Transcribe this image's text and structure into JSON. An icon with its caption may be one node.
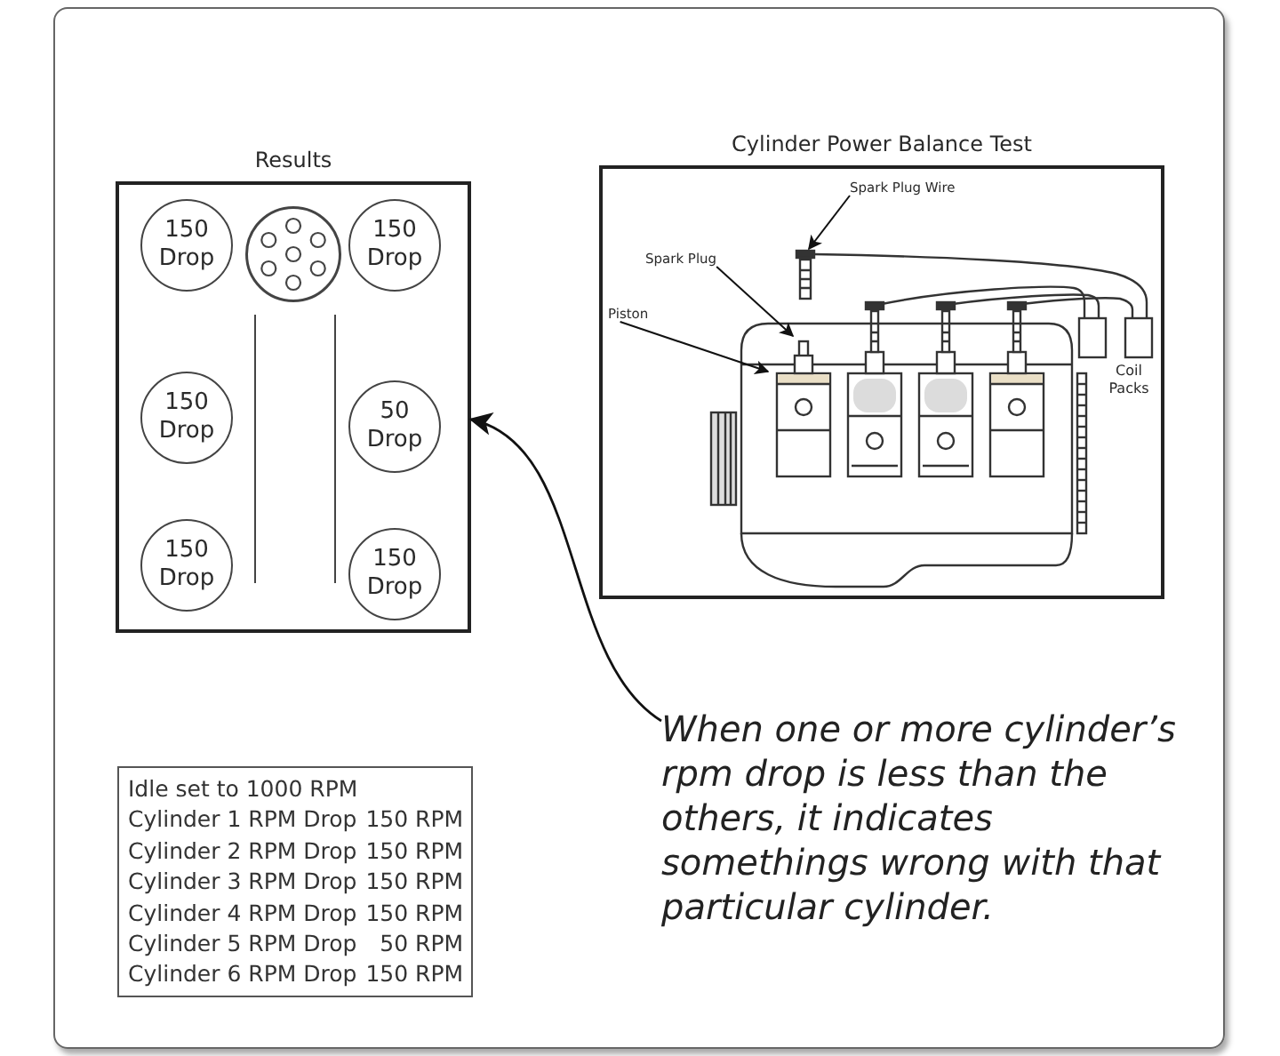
{
  "diagram": {
    "nodes": [
      {
        "text": [
          "Results"
        ]
      },
      {
        "text": [
          "150 Drop"
        ],
        "in": 0
      },
      {
        "text": [],
        "shape": "circle",
        "in": 0
      },
      {
        "text": [
          "150 Drop"
        ],
        "in": 0
      },
      {
        "text": [
          "150 Drop"
        ],
        "in": 0
      },
      {
        "text": [
          "50 Drop"
        ],
        "in": 0
      },
      {
        "text": [
          "150 Drop"
        ],
        "in": 0
      },
      {
        "text": [
          "150 Drop"
        ],
        "in": 0
      },
      {
        "text": [
          "Cylinder Power Balance Test"
        ]
      },
      {
        "text": [
          "Spark Plug Wire"
        ],
        "in": 8
      },
      {
        "text": [
          "Spark Plug"
        ],
        "in": 8
      },
      {
        "text": [
          "Piston"
        ],
        "in": 8
      },
      {
        "text": [
          "When one or more cylinder’s rpm drop is less than the others, it indicates somethings wrong with that particular cylinder."
        ]
      }
    ],
    "edges": [
      {
        "from": 9,
        "to": null,
        "arrow": "to"
      },
      {
        "from": 10,
        "to": null,
        "arrow": "to"
      },
      {
        "from": 11,
        "to": null,
        "arrow": "to"
      },
      {
        "from": 12,
        "to": 0,
        "arrow": "to"
      }
    ],
    "labels": [
      "Coil Packs",
      "Idle set to 1000 RPM",
      "Cylinder 1 RPM Drop",
      "150 RPM",
      "Cylinder 2 RPM Drop",
      "150 RPM",
      "Cylinder 3 RPM Drop",
      "150 RPM",
      "Cylinder 4 RPM Drop",
      "150 RPM",
      "Cylinder 5 RPM Drop",
      "50 RPM",
      "Cylinder 6 RPM Drop",
      "150 RPM"
    ]
  }
}
